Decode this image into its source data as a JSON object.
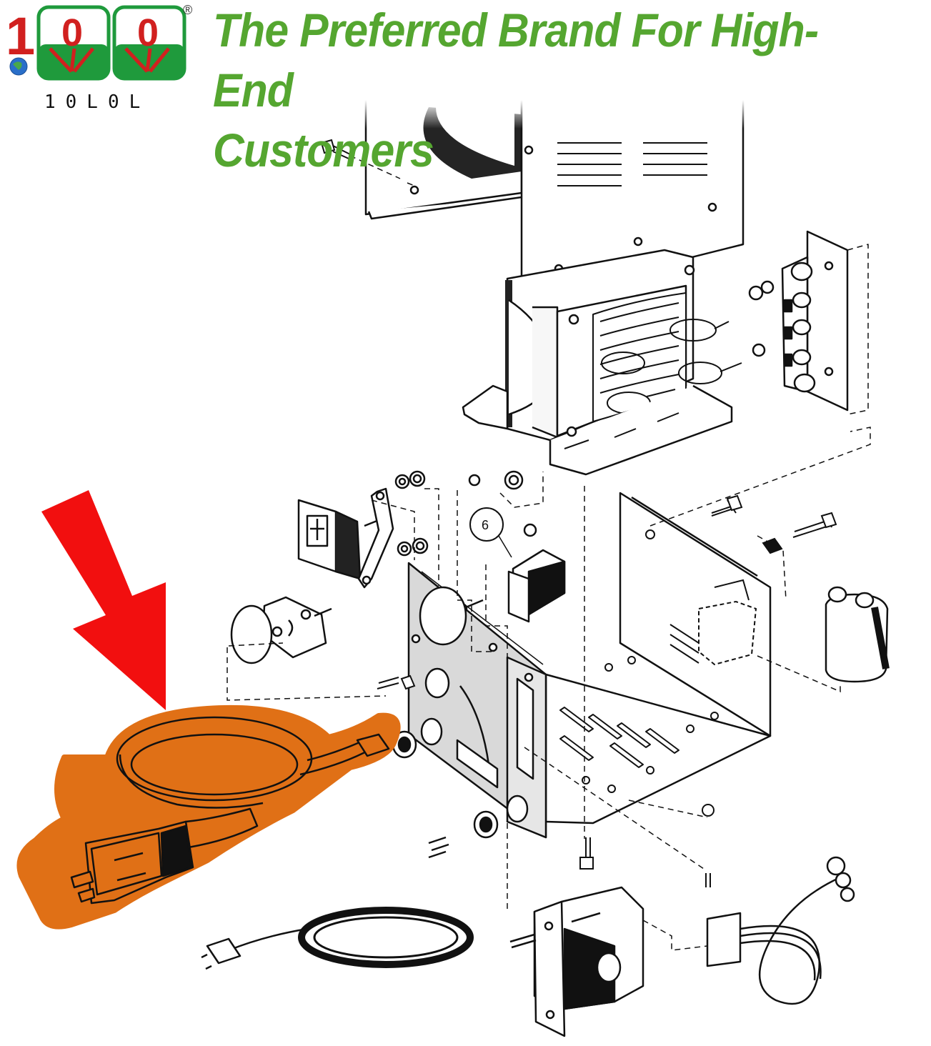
{
  "headline": {
    "line1": "The Preferred Brand For High-End",
    "line2": "Customers"
  },
  "logo": {
    "digit1": "1",
    "digit2": "0",
    "letter1": "L",
    "digit3": "0",
    "letter2": "L",
    "registered_mark": "®",
    "brand_text": "10L0L"
  },
  "callout": {
    "number": "6"
  },
  "colors": {
    "brand_green": "#55a630",
    "logo_red": "#d1201f",
    "logo_green": "#1f9a3c",
    "highlight_orange": "#e07016",
    "arrow_red": "#f20f0f",
    "line_art": "#111111"
  }
}
